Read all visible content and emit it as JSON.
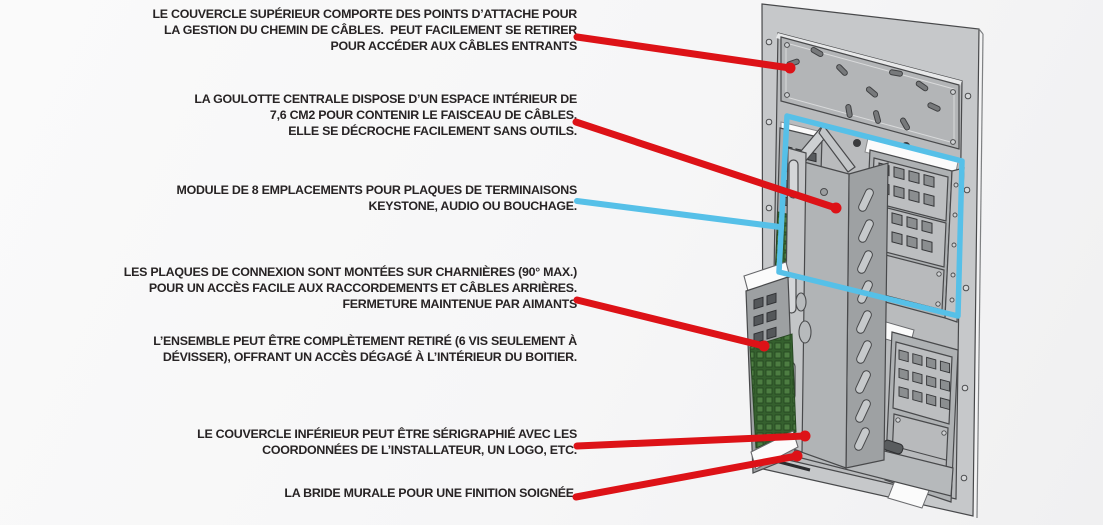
{
  "page": {
    "description_domain": "annotated technical diagram",
    "background": "#f6f6f7"
  },
  "colors": {
    "leader_red": "#dd1217",
    "leader_blue": "#56c0e8",
    "highlight_box": "#56c0e8",
    "text": "#272324",
    "enclosure_gray": "#c6c8ca",
    "pcb_green": "#3c6a34"
  },
  "annotations": [
    {
      "name": "top-cover-note",
      "leader": "red",
      "text": "LE COUVERCLE SUPÉRIEUR COMPORTE DES POINTS D’ATTACHE POUR\nLA GESTION DU CHEMIN DE CÂBLES.  PEUT FACILEMENT SE RETIRER\nPOUR ACCÉDER AUX CÂBLES ENTRANTS"
    },
    {
      "name": "central-raceway-note",
      "leader": "red",
      "text": "LA GOULOTTE CENTRALE DISPOSE D’UN ESPACE INTÉRIEUR DE\n7,6 CM2 POUR CONTENIR LE FAISCEAU DE CÂBLES.\nELLE SE DÉCROCHE FACILEMENT SANS OUTILS."
    },
    {
      "name": "module-note",
      "leader": "blue",
      "text": "MODULE DE 8 EMPLACEMENTS POUR PLAQUES DE TERMINAISONS\nKEYSTONE, AUDIO OU BOUCHAGE."
    },
    {
      "name": "hinged-plates-note",
      "leader": "red",
      "text": "LES PLAQUES DE CONNEXION SONT MONTÉES SUR CHARNIÈRES (90° MAX.)\nPOUR UN ACCÈS FACILE AUX RACCORDEMENTS ET CÂBLES ARRIÈRES.\nFERMETURE MAINTENUE PAR AIMANTS"
    },
    {
      "name": "removable-assembly-note",
      "leader": "none",
      "text": "L’ENSEMBLE PEUT ÊTRE COMPLÈTEMENT RETIRÉ (6 VIS SEULEMENT À\nDÉVISSER), OFFRANT UN ACCÈS DÉGAGÉ À L’INTÉRIEUR DU BOITIER."
    },
    {
      "name": "lower-cover-note",
      "leader": "red",
      "text": "LE COUVERCLE INFÉRIEUR PEUT ÊTRE SÉRIGRAPHIÉ AVEC LES\nCOORDONNÉES DE L’INSTALLATEUR, UN LOGO, ETC."
    },
    {
      "name": "wall-flange-note",
      "leader": "red",
      "text": "LA BRIDE MURALE POUR UNE FINITION SOIGNÉE."
    }
  ]
}
